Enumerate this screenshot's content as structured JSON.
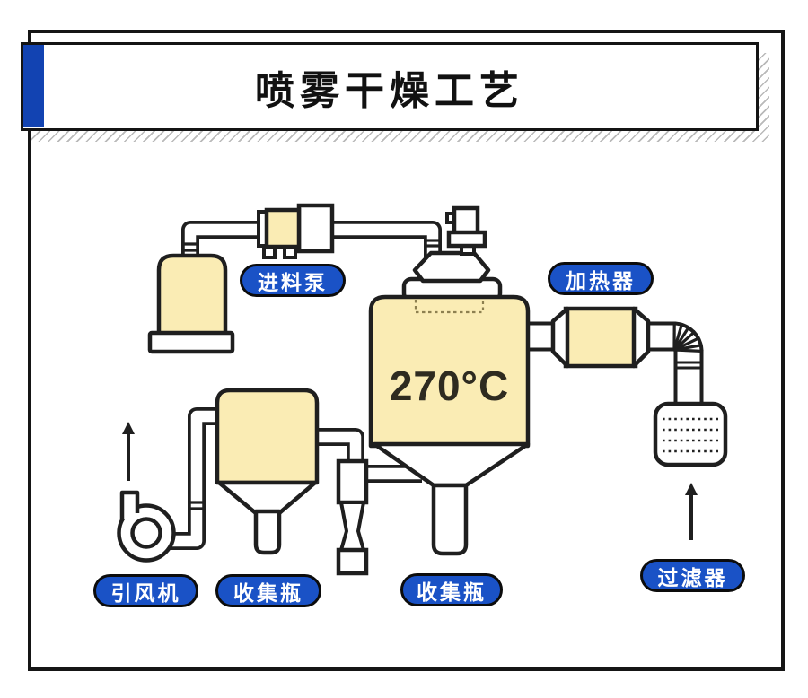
{
  "title": "喷雾干燥工艺",
  "chamber": {
    "temperature": "270°C"
  },
  "labels": {
    "feed_pump": "进料泵",
    "heater": "加热器",
    "fan": "引风机",
    "collector_1": "收集瓶",
    "collector_2": "收集瓶",
    "filter": "过滤器"
  },
  "colors": {
    "accent_blue": "#1A52C6",
    "accent_bar_blue": "#1243B2",
    "equipment_cream": "#FAECB4",
    "line_black": "#1f1f1f",
    "hatch_gray": "#b9b9b9"
  }
}
